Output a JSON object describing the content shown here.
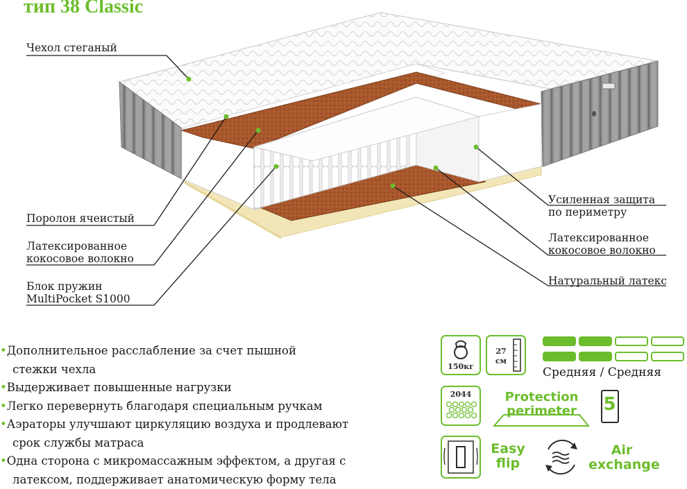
{
  "title": "тип 38 Classic",
  "labels": {
    "cover": "Чехол стеганый",
    "foam": "Поролон ячеистый",
    "coir_left_1": "Латексированное",
    "coir_left_2": "кокосовое волокно",
    "springs_1": "Блок пружин",
    "springs_2": "MultiPocket S1000",
    "perimeter_1": "Усиленная защита",
    "perimeter_2": "по периметру",
    "coir_right_1": "Латексированное",
    "coir_right_2": "кокосовое волокно",
    "latex": "Натуральный латекс"
  },
  "features": [
    "Дополнительное расслабление за счет пышной",
    "стежки чехла",
    "Выдерживает повышенные нагрузки",
    "Легко перевернуть благодаря специальным ручкам",
    "Аэраторы улучшают циркуляцию воздуха и продлевают",
    "срок службы матраса",
    "Одна сторона с микромассажным эффектом, а другая с",
    "латексом, поддерживает анатомическую форму тела"
  ],
  "feature_bullet": "•",
  "icons": {
    "weight": "150кг",
    "height_num": "27",
    "height_unit": "см",
    "springs": "2044",
    "protection_1": "Protection",
    "protection_2": "perimeter",
    "warranty": "5",
    "flip_1": "Easy",
    "flip_2": "flip",
    "air_1": "Air",
    "air_2": "exchange"
  },
  "firmness": {
    "label": "Средняя / Средняя",
    "side_a": 2,
    "side_b": 2,
    "levels": 4
  },
  "colors": {
    "accent": "#6cbd2c",
    "coir": "#a8582c",
    "latex": "#f2e6b8",
    "border_fabric": "#8a8a8a"
  }
}
